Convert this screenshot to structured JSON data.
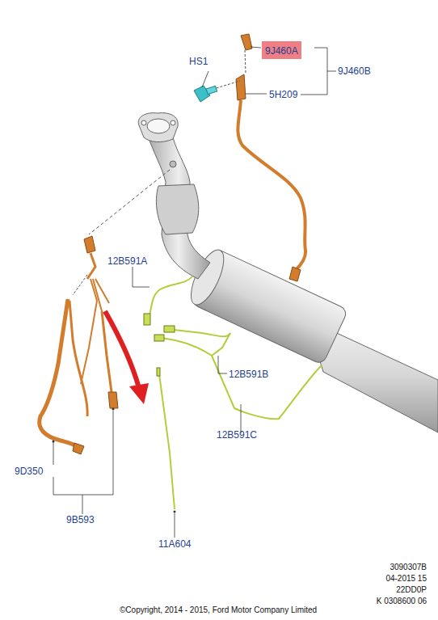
{
  "diagram": {
    "nodes": [
      {
        "text": [
          "9J460A"
        ]
      }
    ],
    "labels": [
      "HS1",
      "9J460B",
      "5H209",
      "12B591A",
      "12B591B",
      "12B591C",
      "9D350",
      "9B593",
      "11A604",
      "3090307B",
      "04-2015 15",
      "22DD0P",
      "K 0308600 06",
      "©Copyright, 2014 - 2015, Ford Motor Company Limited"
    ]
  }
}
